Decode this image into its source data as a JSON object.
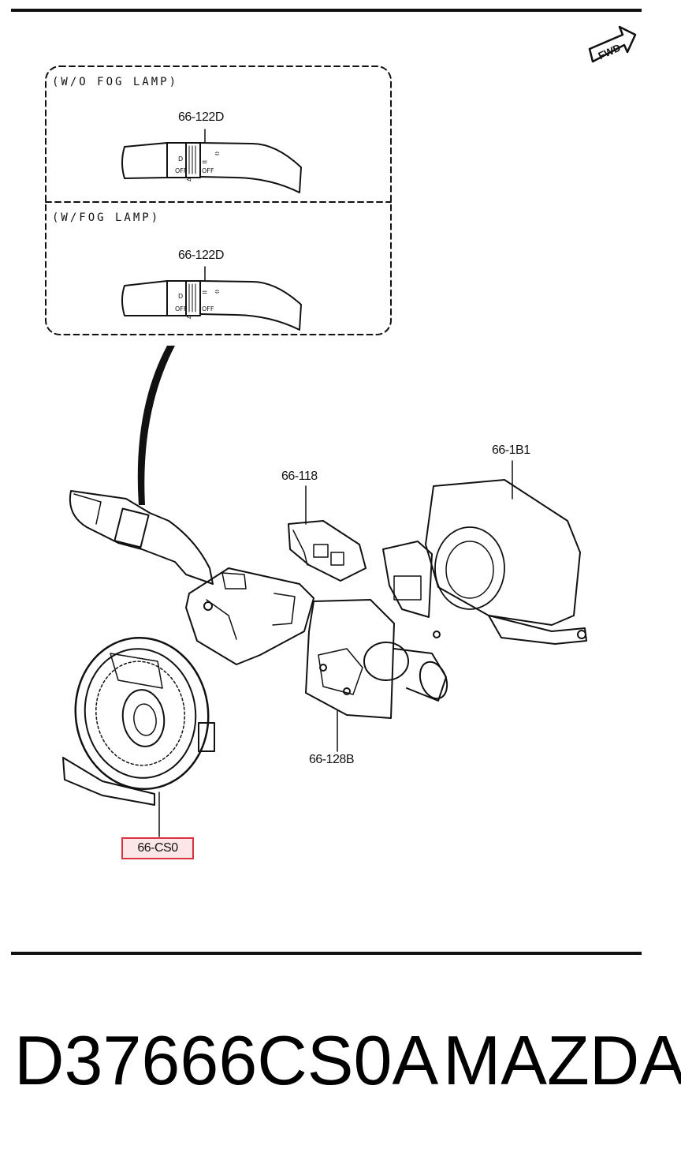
{
  "diagram": {
    "fwd_label": "FWD",
    "variants": [
      {
        "title": "(W/O FOG LAMP)",
        "part": "66-122D",
        "labels": [
          "D",
          "OFF",
          "OFF",
          "⚌",
          "≎",
          "⊲"
        ]
      },
      {
        "title": "(W/FOG LAMP)",
        "part": "66-122D",
        "labels": [
          "D",
          "OFF",
          "OFF",
          "⚌",
          "≎",
          "⊲"
        ]
      }
    ],
    "callouts": {
      "part_1b1": "66-1B1",
      "part_118": "66-118",
      "part_128b": "66-128B",
      "part_cs0": "66-CS0"
    }
  },
  "footer": {
    "part_number": "D37666CS0A",
    "brand": "MAZDA"
  },
  "colors": {
    "ink": "#111111",
    "highlight_border": "#d9333f",
    "highlight_fill": "#fde6e8"
  }
}
